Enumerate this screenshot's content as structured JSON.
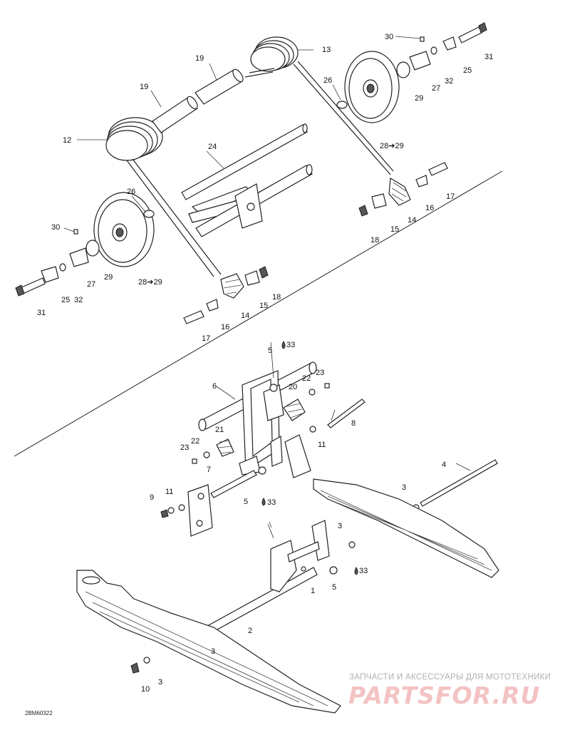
{
  "drawing_code": "2BM60322",
  "watermark": {
    "text": "ЗАПЧАСТИ И АКСЕССУАРЫ ДЛЯ МОТОТЕХНИКИ",
    "logo": "PARTSFOR.RU"
  },
  "callouts": {
    "p30a": "30",
    "p31a": "31",
    "p25a": "25",
    "p27a": "27",
    "p32a": "32",
    "p29a": "29",
    "p13": "13",
    "p26a": "26",
    "p28a": "28➔29",
    "p19a": "19",
    "p19b": "19",
    "p12": "12",
    "p24": "24",
    "p17a": "17",
    "p16a": "16",
    "p15a": "15",
    "p14a": "14",
    "p18a": "18",
    "p26b": "26",
    "p30b": "30",
    "p28b": "28➔29",
    "p29b": "29",
    "p27b": "27",
    "p32b": "32",
    "p25b": "25",
    "p31b": "31",
    "p18b": "18",
    "p15b": "15",
    "p14b": "14",
    "p16b": "16",
    "p17b": "17",
    "p5a": "5",
    "p33a": "33",
    "p6": "6",
    "p20": "20",
    "p22a": "22",
    "p23a": "23",
    "p8": "8",
    "p21": "21",
    "p22b": "22",
    "p23b": "23",
    "p11a": "11",
    "p7": "7",
    "p11b": "11",
    "p9": "9",
    "p5b": "5",
    "p33b": "33",
    "p4": "4",
    "p3a": "3",
    "p3b": "3",
    "p1": "1",
    "p5c": "5",
    "p33c": "33",
    "p2": "2",
    "p3c": "3",
    "p10": "10",
    "p3d": "3"
  }
}
